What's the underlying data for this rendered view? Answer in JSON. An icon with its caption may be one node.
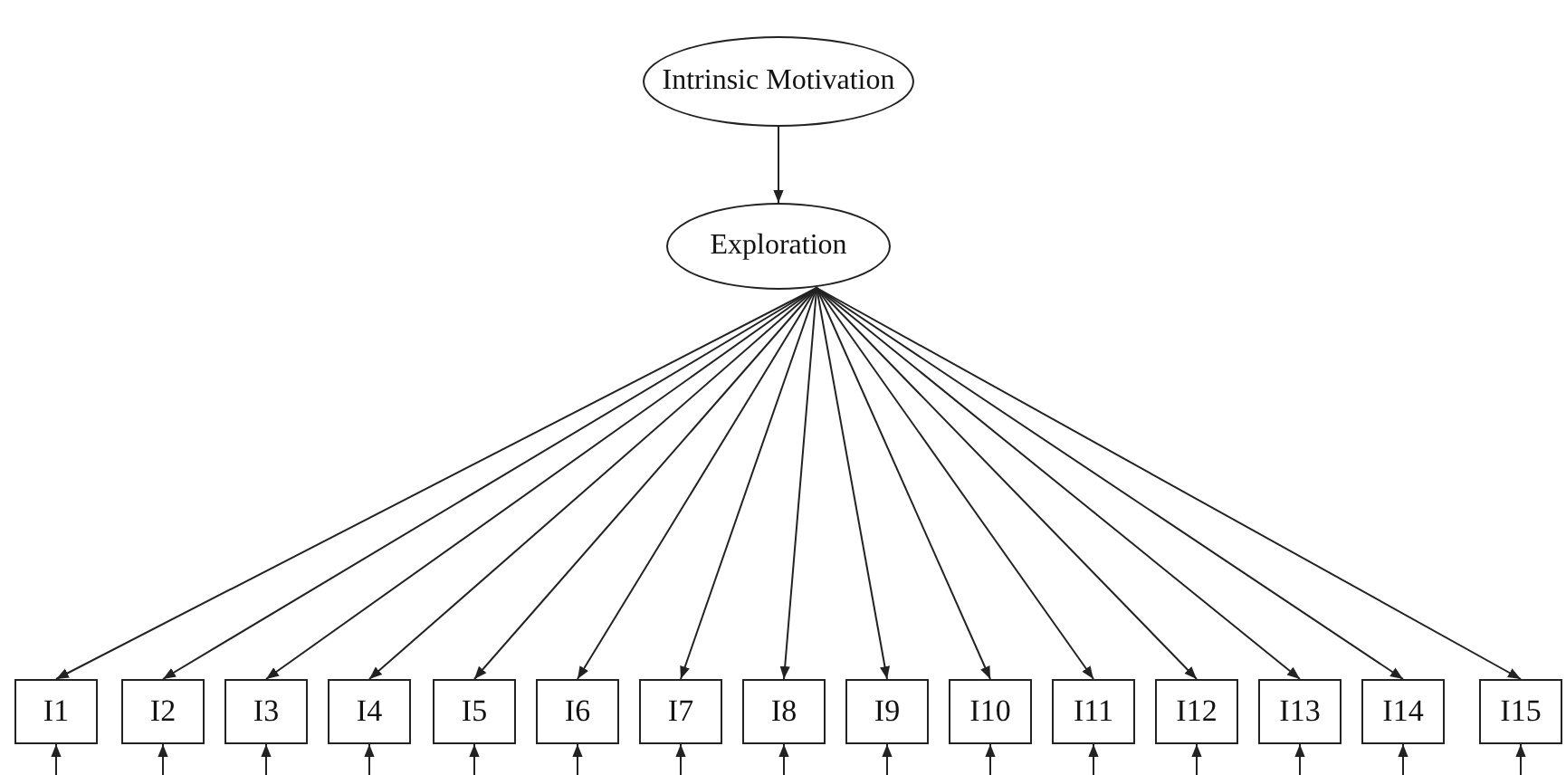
{
  "diagram": {
    "nodes": [
      {
        "text": [
          "Intrinsic Motivation"
        ]
      },
      {
        "text": [
          "Exploration"
        ]
      },
      {
        "text": [
          "I1"
        ]
      },
      {
        "text": [
          "I2"
        ]
      },
      {
        "text": [
          "I3"
        ]
      },
      {
        "text": [
          "I4"
        ]
      },
      {
        "text": [
          "I5"
        ]
      },
      {
        "text": [
          "I6"
        ]
      },
      {
        "text": [
          "I7"
        ]
      },
      {
        "text": [
          "I8"
        ]
      },
      {
        "text": [
          "I9"
        ]
      },
      {
        "text": [
          "I10"
        ]
      },
      {
        "text": [
          "I11"
        ]
      },
      {
        "text": [
          "I12"
        ]
      },
      {
        "text": [
          "I13"
        ]
      },
      {
        "text": [
          "I14"
        ]
      },
      {
        "text": [
          "I15"
        ]
      }
    ],
    "edges": [
      {
        "from": 0,
        "to": 1,
        "arrow": "to"
      },
      {
        "from": 1,
        "to": 2,
        "arrow": "to"
      },
      {
        "from": 1,
        "to": 3,
        "arrow": "to"
      },
      {
        "from": 1,
        "to": 4,
        "arrow": "to"
      },
      {
        "from": 1,
        "to": 5,
        "arrow": "to"
      },
      {
        "from": 1,
        "to": 6,
        "arrow": "to"
      },
      {
        "from": 1,
        "to": 7,
        "arrow": "to"
      },
      {
        "from": 1,
        "to": 8,
        "arrow": "to"
      },
      {
        "from": 1,
        "to": 9,
        "arrow": "to"
      },
      {
        "from": 1,
        "to": 10,
        "arrow": "to"
      },
      {
        "from": 1,
        "to": 11,
        "arrow": "to"
      },
      {
        "from": 1,
        "to": 12,
        "arrow": "to"
      },
      {
        "from": 1,
        "to": 13,
        "arrow": "to"
      },
      {
        "from": 1,
        "to": 14,
        "arrow": "to"
      },
      {
        "from": 1,
        "to": 15,
        "arrow": "to"
      },
      {
        "from": 1,
        "to": 16,
        "arrow": "to"
      },
      {
        "from": null,
        "to": 2,
        "arrow": "to"
      },
      {
        "from": null,
        "to": 3,
        "arrow": "to"
      },
      {
        "from": null,
        "to": 4,
        "arrow": "to"
      },
      {
        "from": null,
        "to": 5,
        "arrow": "to"
      },
      {
        "from": null,
        "to": 6,
        "arrow": "to"
      },
      {
        "from": null,
        "to": 7,
        "arrow": "to"
      },
      {
        "from": null,
        "to": 8,
        "arrow": "to"
      },
      {
        "from": null,
        "to": 9,
        "arrow": "to"
      },
      {
        "from": null,
        "to": 10,
        "arrow": "to"
      },
      {
        "from": null,
        "to": 11,
        "arrow": "to"
      },
      {
        "from": null,
        "to": 12,
        "arrow": "to"
      },
      {
        "from": null,
        "to": 13,
        "arrow": "to"
      },
      {
        "from": null,
        "to": 14,
        "arrow": "to"
      },
      {
        "from": null,
        "to": 15,
        "arrow": "to"
      },
      {
        "from": null,
        "to": 16,
        "arrow": "to"
      }
    ]
  }
}
